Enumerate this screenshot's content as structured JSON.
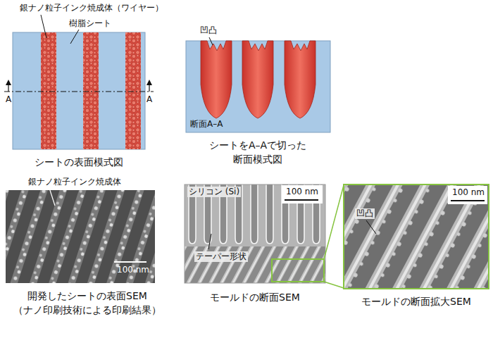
{
  "diagram": {
    "labels": [
      "銀ナノ粒子インク焼成体（ワイヤー）",
      "樹脂シート",
      "A",
      "A",
      "シートの表面模式図",
      "凹凸",
      "断面A–A",
      "シートをA–Aで切った 断面模式図",
      "銀ナノ粒子インク焼成体",
      "100 nm",
      "開発したシートの表面SEM （ナノ印刷技術による印刷結果）",
      "シリコン (Si)",
      "100 nm",
      "テーパー形状",
      "モールドの断面SEM",
      "凹凸",
      "100 nm",
      "モールドの断面拡大SEM"
    ]
  }
}
